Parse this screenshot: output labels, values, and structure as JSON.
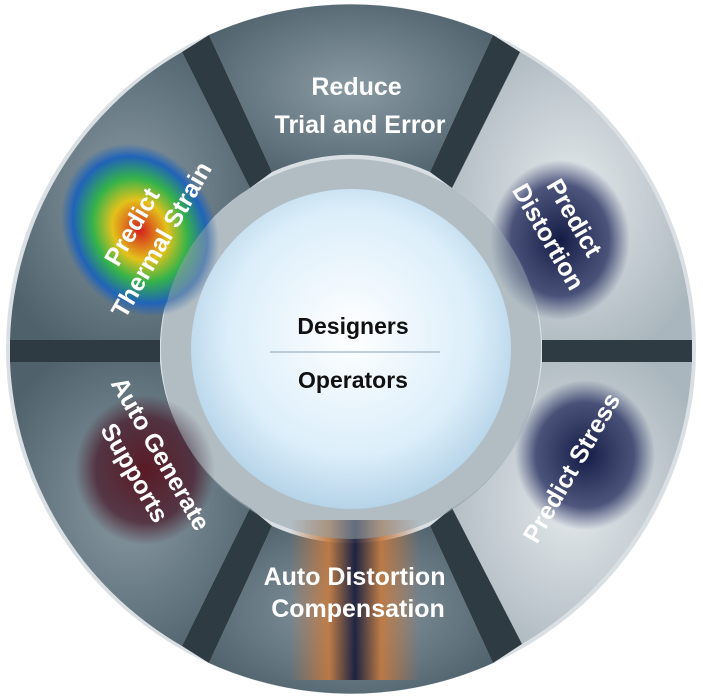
{
  "center": {
    "top_text": "Designers",
    "bottom_text": "Operators"
  },
  "segments": [
    {
      "id": "reduce",
      "lines": [
        "Reduce",
        "Trial and Error"
      ]
    },
    {
      "id": "distort",
      "lines": [
        "Predict",
        "Distortion"
      ]
    },
    {
      "id": "stress",
      "lines": [
        "Predict Stress"
      ]
    },
    {
      "id": "comp",
      "lines": [
        "Auto Distortion",
        "Compensation"
      ]
    },
    {
      "id": "supports",
      "lines": [
        "Auto Generate",
        "Supports"
      ]
    },
    {
      "id": "thermal",
      "lines": [
        "Predict",
        "Thermal Strain"
      ]
    }
  ],
  "colors": {
    "dark_segment": "#5d6f78",
    "light_segment": "#c6ced3",
    "separator": "#2f3b42",
    "center_glow": "#cfe6f5",
    "label_text": "#ffffff"
  }
}
